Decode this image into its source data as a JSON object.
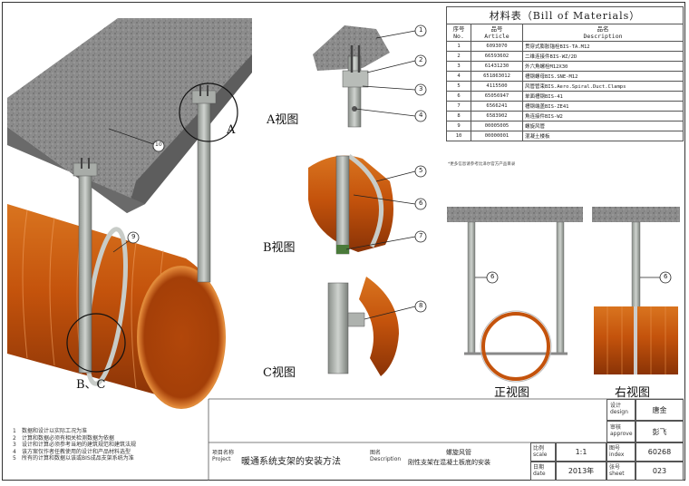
{
  "bom": {
    "title": "材料表（Bill of Materials）",
    "headers": {
      "no_cn": "序号",
      "no_en": "No.",
      "art_cn": "品号",
      "art_en": "Article",
      "desc_cn": "品名",
      "desc_en": "Description"
    },
    "rows": [
      {
        "no": "1",
        "article": "6093070",
        "desc": "贯穿式膨胀锚栓BIS-TA.M12"
      },
      {
        "no": "2",
        "article": "66593602",
        "desc": "二维连接件BIS-WZ/2D"
      },
      {
        "no": "3",
        "article": "61431230",
        "desc": "外六角螺栓M12X30"
      },
      {
        "no": "4",
        "article": "651863012",
        "desc": "槽钢螺母BIS.SNE-M12"
      },
      {
        "no": "5",
        "article": "4115500",
        "desc": "风管管束BIS.Aero.Spiral.Duct.Clamps"
      },
      {
        "no": "6",
        "article": "65056947",
        "desc": "单面槽钢BIS-41"
      },
      {
        "no": "7",
        "article": "6566241",
        "desc": "槽钢端盖BIS-ZE41"
      },
      {
        "no": "8",
        "article": "6583902",
        "desc": "角连接件BIS-W2"
      },
      {
        "no": "9",
        "article": "00005005",
        "desc": "螺旋风管"
      },
      {
        "no": "10",
        "article": "00000001",
        "desc": "混凝土楼板"
      }
    ],
    "footnote": "*更多信息请参考比泽尔官方产品目录"
  },
  "views": {
    "a": "A视图",
    "b": "B视图",
    "c": "C视图",
    "front": "正视图",
    "right": "右视图",
    "callout_a": "A",
    "callout_bc": "B、C"
  },
  "callouts": [
    "1",
    "2",
    "3",
    "4",
    "5",
    "6",
    "7",
    "8",
    "9",
    "10"
  ],
  "notes": [
    {
      "n": "1",
      "text": "数据和设计以实际工况为准"
    },
    {
      "n": "2",
      "text": "计算和数据必须有相关检测数据为依据"
    },
    {
      "n": "3",
      "text": "设计和计算必须参考当地的建筑规范和建筑法规"
    },
    {
      "n": "4",
      "text": "该方案仅作者任教使用的设计和产品材料选型"
    },
    {
      "n": "5",
      "text": "所有的计算和数据以该或BIS成品支架系统为准"
    }
  ],
  "title_block": {
    "project_cn": "项目名称",
    "project_en": "Project",
    "project": "暖通系统支架的安装方法",
    "desc_cn": "图名",
    "desc_en": "Description",
    "desc_line1": "螺旋风管",
    "desc_line2": "刚性支架在混凝土板底的安装",
    "scale_cn": "比例",
    "scale_en": "scale",
    "scale": "1:1",
    "date_cn": "日期",
    "date_en": "date",
    "date": "2013年",
    "index_cn": "图号",
    "index_en": "index",
    "index": "60268",
    "sheet_cn": "张号",
    "sheet_en": "sheet",
    "sheet": "023",
    "design_cn": "设计",
    "design_en": "design",
    "design": "唐金",
    "approve_cn": "审核",
    "approve_en": "approve",
    "approve": "彭飞"
  }
}
